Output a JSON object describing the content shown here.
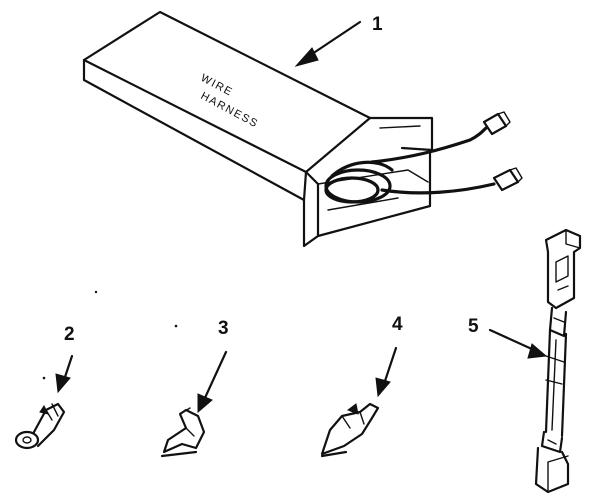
{
  "diagram": {
    "box_label_line1": "WIRE",
    "box_label_line2": "HARNESS",
    "callouts": {
      "c1": "1",
      "c2": "2",
      "c3": "3",
      "c4": "4",
      "c5": "5"
    }
  }
}
